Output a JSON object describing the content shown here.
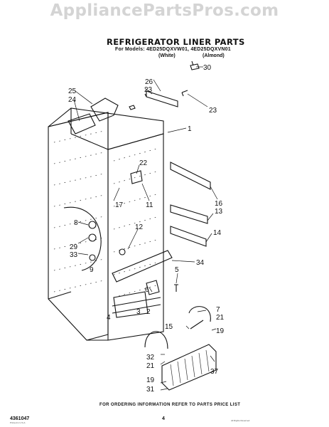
{
  "watermark": "AppliancePartsPros.com",
  "header": {
    "title": "REFRIGERATOR LINER PARTS",
    "models": "For Models: 4ED25DQXVW01, 4ED25DQXVN01",
    "variant_white": "(White)",
    "variant_almond": "(Almond)"
  },
  "callouts": {
    "c30": "30",
    "c26": "26",
    "c23a": "23",
    "c23b": "23",
    "c25": "25",
    "c24": "24",
    "c1": "1",
    "c22": "22",
    "c16": "16",
    "c13": "13",
    "c17": "17",
    "c11": "11",
    "c8": "8",
    "c12": "12",
    "c14": "14",
    "c29": "29",
    "c33": "33",
    "c9": "9",
    "c34": "34",
    "c5": "5",
    "c6": "6",
    "c4": "4",
    "c3": "3",
    "c2": "2",
    "c7": "7",
    "c21a": "21",
    "c15": "15",
    "c19a": "19",
    "c32": "32",
    "c21b": "21",
    "c37": "37",
    "c19b": "19",
    "c31": "31"
  },
  "footer": {
    "ordering_note": "FOR ORDERING INFORMATION REFER TO PARTS PRICE LIST",
    "page_number": "4",
    "part_number": "4361047",
    "tiny_left": "Printed in U.S.A.",
    "tiny_right": "All Rights Reserved"
  }
}
